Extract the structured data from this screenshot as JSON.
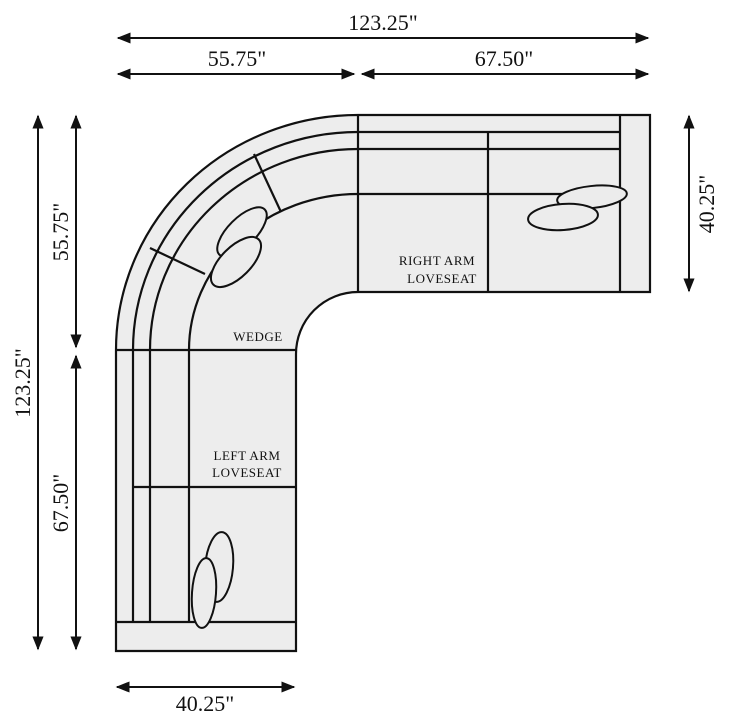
{
  "dimensions": {
    "top_total": "123.25\"",
    "top_left": "55.75\"",
    "top_right": "67.50\"",
    "left_total": "123.25\"",
    "left_top": "55.75\"",
    "left_bottom": "67.50\"",
    "right_depth": "40.25\"",
    "bottom_depth": "40.25\""
  },
  "sections": {
    "wedge": "WEDGE",
    "right_arm_line1": "RIGHT ARM",
    "right_arm_line2": "LOVESEAT",
    "left_arm_line1": "LEFT ARM",
    "left_arm_line2": "LOVESEAT"
  }
}
